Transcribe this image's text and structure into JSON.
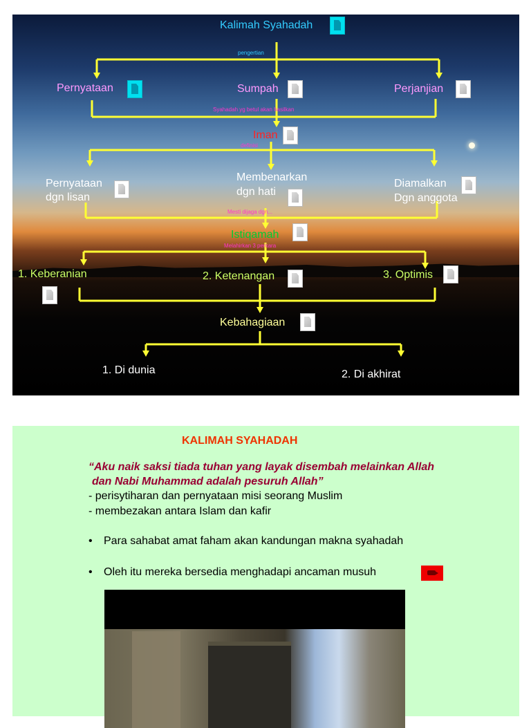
{
  "diagram": {
    "title": "Kalimah Syahadah",
    "edge_pengertian": "pengertian",
    "node_pernyataan": "Pernyataan",
    "node_sumpah": "Sumpah",
    "node_perjanjian": "Perjanjian",
    "edge_syahadah": "Syahadah yg betul akan hasilkan",
    "node_iman": "Iman",
    "edge_definisi": "definisi",
    "node_lisan_1": "Pernyataan",
    "node_lisan_2": "dgn lisan",
    "node_hati_1": "Membenarkan",
    "node_hati_2": "dgn hati",
    "node_anggota_1": "Diamalkan",
    "node_anggota_2": "Dgn anggota",
    "edge_mesti": "Mesti dijaga dgn...",
    "node_istiqamah": "Istiqamah",
    "edge_melahirkan": "Melahirkan 3 perkara",
    "node_keberanian": "1. Keberanian",
    "node_ketenangan": "2. Ketenangan",
    "node_optimis": "3. Optimis",
    "node_kebahagiaan": "Kebahagiaan",
    "node_dunia": "1. Di dunia",
    "node_akhirat": "2. Di akhirat"
  },
  "colors": {
    "title": "#33ccff",
    "pink": "#ff99ff",
    "iman": "#ff2222",
    "istiqamah": "#00cc33",
    "yellow_green": "#ccff66",
    "kebahagiaan": "#ffff99",
    "white": "#ffffff",
    "arrow": "#ffff33",
    "edge_text_cyan": "#33ccff",
    "edge_text_magenta": "#ff33cc"
  },
  "slide2": {
    "heading": "KALIMAH SYAHADAH",
    "quote_line1": "“Aku naik saksi tiada tuhan yang layak disembah melainkan Allah",
    "quote_line2": "dan Nabi Muhammad adalah pesuruh Allah”",
    "point1": "- perisytiharan dan pernyataan misi seorang Muslim",
    "point2": "- membezakan antara Islam dan kafir",
    "bullet_char": "•",
    "bullet1": "Para sahabat amat faham akan kandungan makna syahadah",
    "bullet2": "Oleh itu mereka bersedia menghadapi ancaman musuh",
    "video_icon": "video-icon"
  }
}
